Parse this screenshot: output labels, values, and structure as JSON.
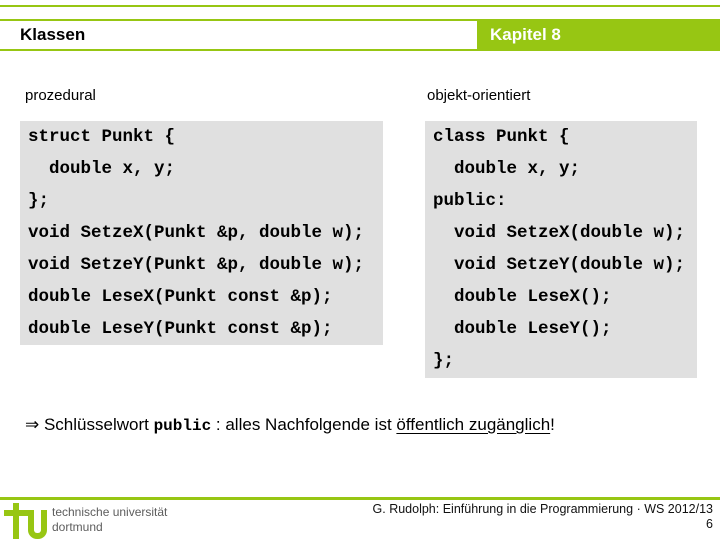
{
  "header": {
    "title": "Klassen",
    "chapter": "Kapitel 8"
  },
  "columns": {
    "left": {
      "label": "prozedural",
      "code": [
        "struct Punkt {",
        "  double x, y;",
        "};",
        "void SetzeX(Punkt &p, double w);",
        "void SetzeY(Punkt &p, double w);",
        "double LeseX(Punkt const &p);",
        "double LeseY(Punkt const &p);"
      ]
    },
    "right": {
      "label": "objekt-orientiert",
      "code": [
        "class Punkt {",
        "  double x, y;",
        "public:",
        "  void SetzeX(double w);",
        "  void SetzeY(double w);",
        "  double LeseX();",
        "  double LeseY();",
        "};"
      ]
    }
  },
  "note": {
    "arrow": "⇒ ",
    "prefix": "Schlüsselwort ",
    "keyword": "public",
    "middle": " : alles Nachfolgende ist ",
    "underlined": "öffentlich zugänglich",
    "suffix": "!"
  },
  "footer": {
    "university_line1": "technische universität",
    "university_line2": "dortmund",
    "credit": "G. Rudolph: Einführung in die Programmierung · WS 2012/13",
    "page_number": "6"
  },
  "colors": {
    "accent_green": "#97c613",
    "code_box_gray": "#e0e0e0"
  }
}
